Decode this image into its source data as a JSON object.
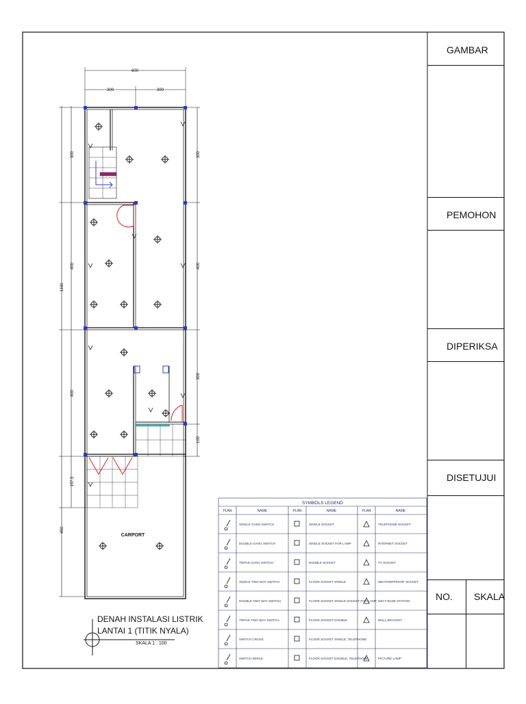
{
  "title_block": {
    "gambar": "GAMBAR",
    "pemohon": "PEMOHON",
    "diperiksa": "DIPERIKSA",
    "disetujui": "DISETUJUI",
    "no": "NO.",
    "skala": "SKALA"
  },
  "plan": {
    "title_line1": "DENAH INSTALASI LISTRIK",
    "title_line2": "LANTAI 1 (TITIK NYALA)",
    "scale": "SKALA 1 : 100",
    "carport_label": "CARPORT",
    "dimensions": {
      "top_total": "600",
      "top_left": "300",
      "top_right": "300",
      "left_total": "1100",
      "left_1": "300",
      "left_2": "400",
      "left_3": "400",
      "left_4": "157.5",
      "left_5": "450",
      "right_1": "300",
      "right_2": "400",
      "right_3": "300",
      "right_4": "100"
    }
  },
  "legend": {
    "title": "SYMBOLS LEGEND",
    "col_plan": "PLAN",
    "col_name": "NAME",
    "rows": [
      {
        "c1": "SINGLE GANG SWITCH",
        "c2": "SINGLE SOCKET",
        "c3": "TELEPHONE SOCKET"
      },
      {
        "c1": "DOUBLE GANG SWITCH",
        "c2": "SINGLE SOCKET FOR LAMP",
        "c3": "INTERNET SOCKET"
      },
      {
        "c1": "TRIPLE GANG SWITCH",
        "c2": "DOUBLE SOCKET",
        "c3": "TV SOCKET"
      },
      {
        "c1": "SINGLE TWO WAY SWITCH",
        "c2": "FLOOR SOCKET SINGLE",
        "c3": "WEATHERPROOF SOCKET"
      },
      {
        "c1": "DOUBLE TWO WAY SWITCH",
        "c2": "FLOOR SOCKET SINGLE SOCKET FOR LAMP",
        "c3": "DECT BASE STATION"
      },
      {
        "c1": "TRIPLE TWO WAY SWITCH",
        "c2": "FLOOR SOCKET DOUBLE",
        "c3": "WALL BRACKET"
      },
      {
        "c1": "SWITCH CROSS",
        "c2": "FLOOR SOCKET SINGLE, TELEPHONE",
        "c3": ""
      },
      {
        "c1": "SWITCH SERIAL",
        "c2": "FLOOR SOCKET DOUBLE, TELEPHONE",
        "c3": "PICTURE LAMP"
      }
    ]
  }
}
